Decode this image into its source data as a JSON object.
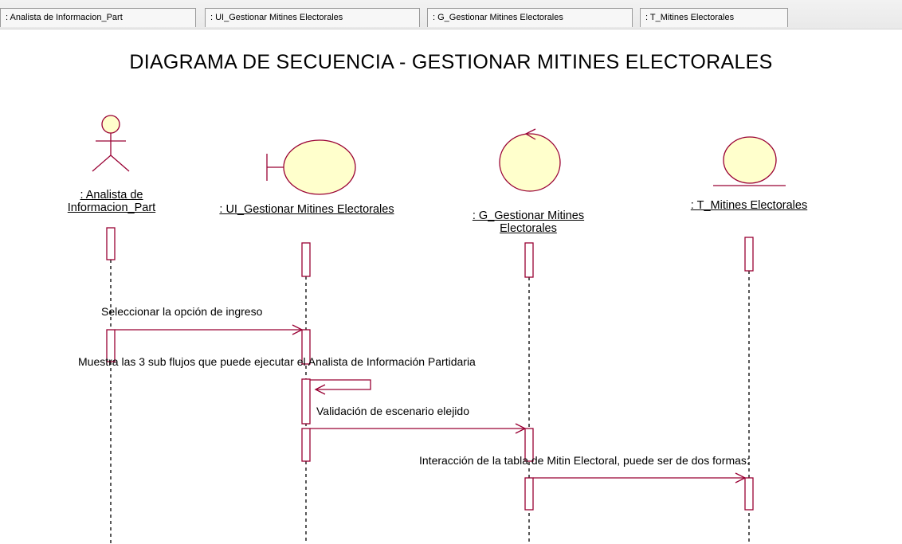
{
  "tabs": [
    ": Analista de Informacion_Part",
    ": UI_Gestionar Mitines Electorales",
    ": G_Gestionar Mitines Electorales",
    ": T_Mitines Electorales"
  ],
  "diagram": {
    "title": "DIAGRAMA DE SECUENCIA - GESTIONAR MITINES ELECTORALES",
    "lifelines": [
      {
        "kind": "actor",
        "label_line1": ": Analista de",
        "label_line2": "Informacion_Part"
      },
      {
        "kind": "boundary",
        "label_line1": ": UI_Gestionar Mitines Electorales",
        "label_line2": ""
      },
      {
        "kind": "control",
        "label_line1": ": G_Gestionar Mitines",
        "label_line2": "Electorales"
      },
      {
        "kind": "entity",
        "label_line1": ": T_Mitines Electorales",
        "label_line2": ""
      }
    ],
    "messages": [
      "Seleccionar la opción de ingreso",
      "Muestra las 3 sub flujos que puede ejecutar el Analista de Información Partidaria",
      "Validación de escenario elejido",
      "Interacción de la tabla de Mitin Electoral, puede ser de dos formas:"
    ],
    "colors": {
      "fill": "#ffffcc",
      "line": "#990033",
      "lifeline": "#000000"
    }
  }
}
